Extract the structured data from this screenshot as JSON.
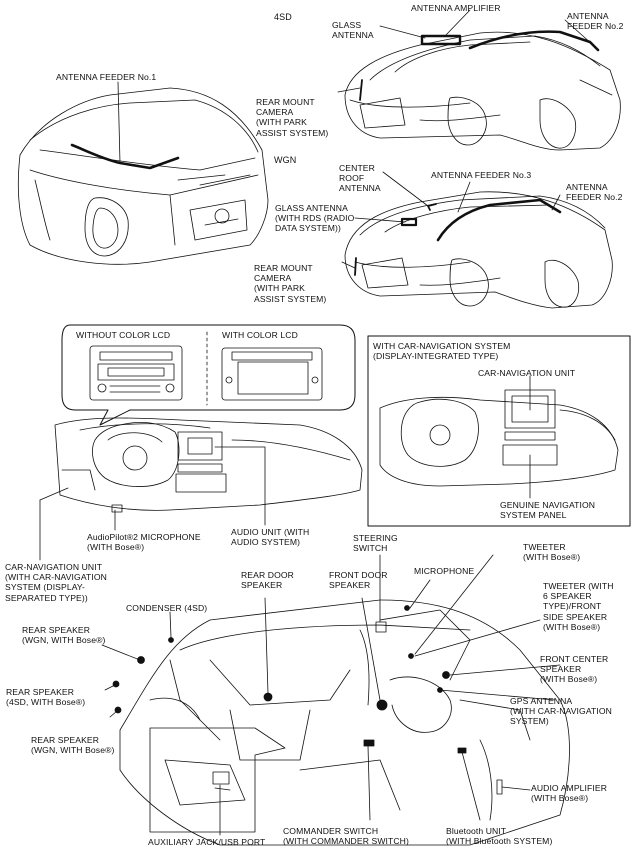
{
  "variants": {
    "sedan": "4SD",
    "wagon": "WGN"
  },
  "labels": {
    "antenna_amplifier": "ANTENNA AMPLIFIER",
    "glass_antenna_4sd": "GLASS\nANTENNA",
    "antenna_feeder_no2_4sd": "ANTENNA\nFEEDER No.2",
    "antenna_feeder_no1": "ANTENNA FEEDER No.1",
    "rear_mount_camera_4sd": "REAR MOUNT\nCAMERA\n(WITH PARK\nASSIST SYSTEM)",
    "center_roof_antenna": "CENTER\nROOF\nANTENNA",
    "antenna_feeder_no3": "ANTENNA FEEDER No.3",
    "glass_antenna_wgn": "GLASS ANTENNA\n(WITH RDS (RADIO\nDATA SYSTEM))",
    "antenna_feeder_no2_wgn": "ANTENNA\nFEEDER No.2",
    "rear_mount_camera_wgn": "REAR MOUNT\nCAMERA\n(WITH PARK\nASSIST SYSTEM)",
    "without_color_lcd": "WITHOUT COLOR LCD",
    "with_color_lcd": "WITH COLOR LCD",
    "with_car_nav_system": "WITH CAR-NAVIGATION SYSTEM\n(DISPLAY-INTEGRATED TYPE)",
    "car_navigation_unit": "CAR-NAVIGATION UNIT",
    "genuine_nav_panel": "GENUINE NAVIGATION\nSYSTEM PANEL",
    "audiopilot_microphone": "AudioPilot®2 MICROPHONE\n(WITH Bose®)",
    "audio_unit": "AUDIO UNIT (WITH\nAUDIO SYSTEM)",
    "car_nav_unit_separated": "CAR-NAVIGATION UNIT\n(WITH CAR-NAVIGATION\nSYSTEM (DISPLAY-\nSEPARATED TYPE))",
    "steering_switch": "STEERING\nSWITCH",
    "tweeter_bose": "TWEETER\n(WITH Bose®)",
    "rear_door_speaker": "REAR DOOR\nSPEAKER",
    "front_door_speaker": "FRONT DOOR\nSPEAKER",
    "microphone": "MICROPHONE",
    "tweeter_6speaker": "TWEETER (WITH\n6 SPEAKER\nTYPE)/FRONT\nSIDE SPEAKER\n(WITH Bose®)",
    "condenser": "CONDENSER (4SD)",
    "rear_speaker_wgn_1": "REAR SPEAKER\n(WGN, WITH Bose®)",
    "front_center_speaker": "FRONT CENTER\nSPEAKER\n(WITH Bose®)",
    "rear_speaker_4sd": "REAR SPEAKER\n(4SD, WITH Bose®)",
    "gps_antenna": "GPS ANTENNA\n(WITH CAR-NAVIGATION\nSYSTEM)",
    "rear_speaker_wgn_2": "REAR SPEAKER\n(WGN, WITH Bose®)",
    "audio_amplifier": "AUDIO AMPLIFIER\n(WITH Bose®)",
    "auxiliary_jack": "AUXILIARY JACK/USB PORT",
    "commander_switch": "COMMANDER SWITCH\n(WITH COMMANDER SWITCH)",
    "bluetooth_unit": "Bluetooth UNIT\n(WITH Bluetooth SYSTEM)"
  },
  "colors": {
    "line": "#111111",
    "background": "#ffffff"
  }
}
